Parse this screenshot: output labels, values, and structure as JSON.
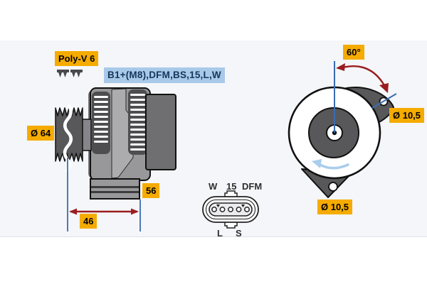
{
  "side_view": {
    "belt_label": "Poly-V 6",
    "terminals_label": "B1+(M8),DFM,BS,15,L,W",
    "pulley_diameter_label": "Ø 64",
    "depth_label": "56",
    "width_label": "46"
  },
  "connector": {
    "top_pins": [
      "W",
      "15",
      "DFM"
    ],
    "bottom_pins": [
      "L",
      "S"
    ],
    "pin_count": 5
  },
  "front_view": {
    "angle_label": "60°",
    "top_hole_label": "Ø 10,5",
    "bottom_hole_label": "Ø 10,5"
  },
  "colors": {
    "label_yellow": "#f5ab00",
    "label_blue_bg": "#a9c9e9",
    "label_blue_text": "#17365d",
    "dimension_blue": "#3a6cb2",
    "arrow_red": "#9b1d20",
    "rotation_arrow_blue": "#a9cdec",
    "body_gray": "#98989a",
    "vent_dark_gray": "#4e4e50",
    "rear_housing_gray": "#6f6f71"
  }
}
